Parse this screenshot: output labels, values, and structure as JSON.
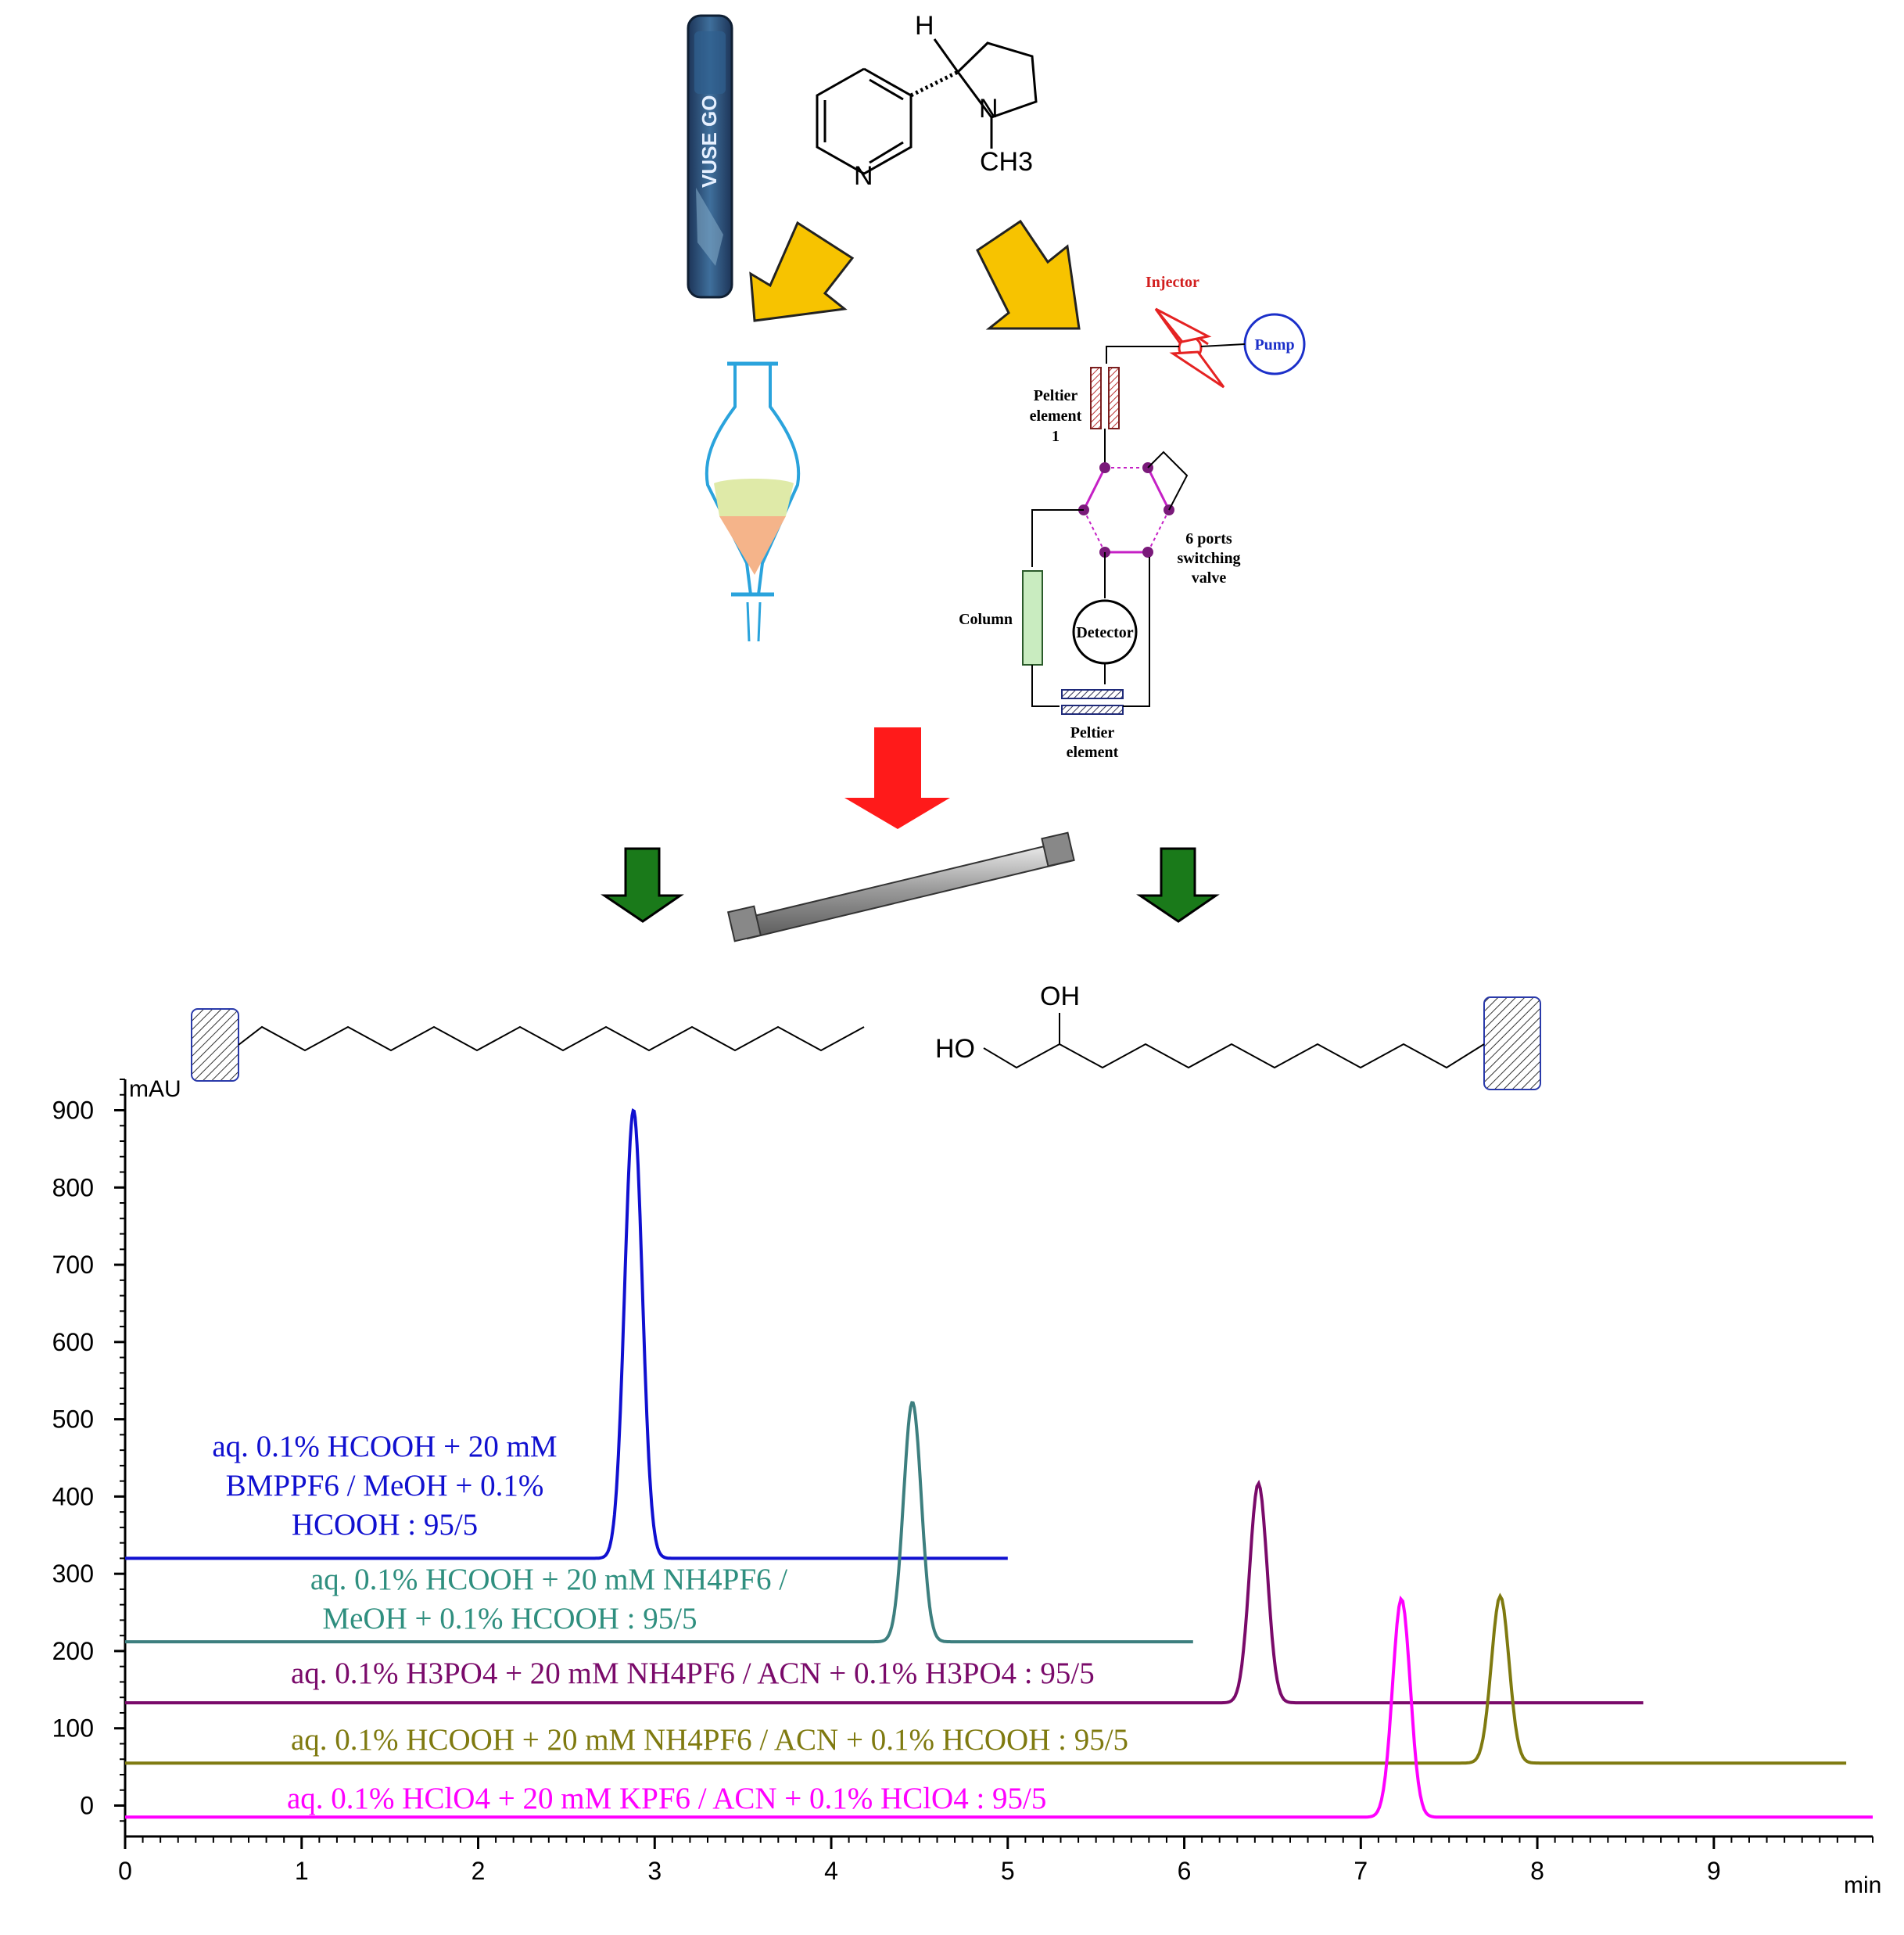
{
  "chart_data": {
    "type": "line",
    "title": "",
    "ylabel": "mAU",
    "xlabel": "min",
    "xlim": [
      0,
      9.9
    ],
    "ylim": [
      -40,
      940
    ],
    "x_ticks": [
      "0",
      "1",
      "2",
      "3",
      "4",
      "5",
      "6",
      "7",
      "8",
      "9"
    ],
    "y_ticks": [
      "0",
      "100",
      "200",
      "300",
      "400",
      "500",
      "600",
      "700",
      "800",
      "900"
    ],
    "x_tick_values": [
      0,
      1,
      2,
      3,
      4,
      5,
      6,
      7,
      8,
      9
    ],
    "y_tick_values": [
      0,
      100,
      200,
      300,
      400,
      500,
      600,
      700,
      800,
      900
    ],
    "grid": false,
    "series": [
      {
        "name": "aq. 0.1% HCOOH + 20 mM BMPPF6 / MeOH + 0.1% HCOOH : 95/5",
        "label_lines": [
          "aq. 0.1% HCOOH + 20 mM",
          "BMPPF6 / MeOH + 0.1%",
          "HCOOH : 95/5"
        ],
        "color": "#1010d0",
        "x_end": 5.0,
        "baseline": 320,
        "peaks": [
          {
            "x": 2.88,
            "y": 900
          }
        ]
      },
      {
        "name": "aq. 0.1% HCOOH + 20 mM NH4PF6 / MeOH + 0.1% HCOOH : 95/5",
        "label_lines": [
          "aq. 0.1% HCOOH + 20 mM NH4PF6 /",
          "MeOH + 0.1% HCOOH : 95/5"
        ],
        "color": "#3d7f7f",
        "x_end": 6.05,
        "baseline": 212,
        "peaks": [
          {
            "x": 4.46,
            "y": 522
          }
        ]
      },
      {
        "name": "aq. 0.1% H3PO4 + 20 mM NH4PF6 / ACN + 0.1% H3PO4 : 95/5",
        "label_lines": [
          "aq. 0.1% H3PO4 + 20 mM NH4PF6 / ACN + 0.1% H3PO4 : 95/5"
        ],
        "color": "#7a0a6a",
        "x_end": 8.6,
        "baseline": 133,
        "peaks": [
          {
            "x": 6.42,
            "y": 417
          }
        ]
      },
      {
        "name": "aq. 0.1% HCOOH + 20 mM NH4PF6 / ACN + 0.1% HCOOH : 95/5",
        "label_lines": [
          "aq. 0.1% HCOOH + 20 mM NH4PF6 / ACN + 0.1% HCOOH : 95/5"
        ],
        "color": "#7f7a10",
        "x_end": 9.75,
        "baseline": 55,
        "peaks": [
          {
            "x": 7.79,
            "y": 271
          }
        ]
      },
      {
        "name": "aq. 0.1% HClO4 + 20 mM KPF6 / ACN + 0.1% HClO4 : 95/5",
        "label_lines": [
          "aq. 0.1% HClO4 + 20 mM KPF6 / ACN + 0.1% HClO4 : 95/5"
        ],
        "color": "#ff00ff",
        "x_end": 9.9,
        "baseline": -15,
        "peaks": [
          {
            "x": 7.23,
            "y": 268
          }
        ]
      }
    ]
  },
  "diagram": {
    "device_brand": "VUSE GO",
    "molecule": {
      "atoms": [
        "H",
        "N",
        "N",
        "CH3"
      ]
    },
    "hplc": {
      "injector": "Injector",
      "pump": "Pump",
      "peltier1": [
        "Peltier",
        "element",
        "1"
      ],
      "valve": [
        "6 ports",
        "switching",
        "valve"
      ],
      "column": "Column",
      "detector": "Detector",
      "peltier2": [
        "Peltier",
        "element"
      ]
    },
    "stationary_phase": {
      "oh_label": "OH",
      "ho_label": "HO"
    },
    "colors": {
      "yellow_arrow": "#f7c300",
      "red_arrow": "#ff1a1a",
      "green_arrow": "#1a7a1a",
      "device_blue": "#2a4f7c"
    }
  }
}
